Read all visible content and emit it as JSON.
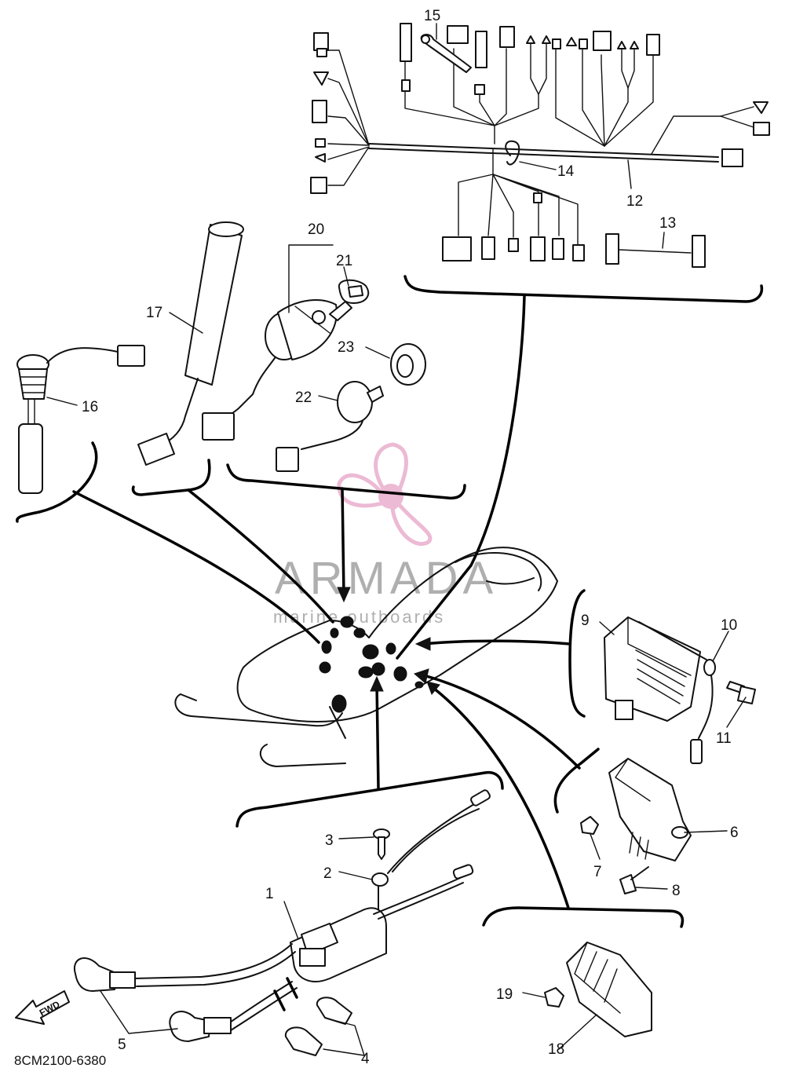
{
  "watermark": {
    "brand": "ARMADA",
    "tagline": "marine outboards",
    "accent_color": "#e6a3c6"
  },
  "direction_arrow": {
    "label": "FWD"
  },
  "diagram_code": "8CM2100-6380",
  "callouts": {
    "c1": "1",
    "c2": "2",
    "c3": "3",
    "c4": "4",
    "c5": "5",
    "c6": "6",
    "c7": "7",
    "c8": "8",
    "c9": "9",
    "c10": "10",
    "c11": "11",
    "c12": "12",
    "c13": "13",
    "c14": "14",
    "c15": "15",
    "c16": "16",
    "c17": "17",
    "c18": "18",
    "c19": "19",
    "c20": "20",
    "c21": "21",
    "c22": "22",
    "c23": "23"
  }
}
